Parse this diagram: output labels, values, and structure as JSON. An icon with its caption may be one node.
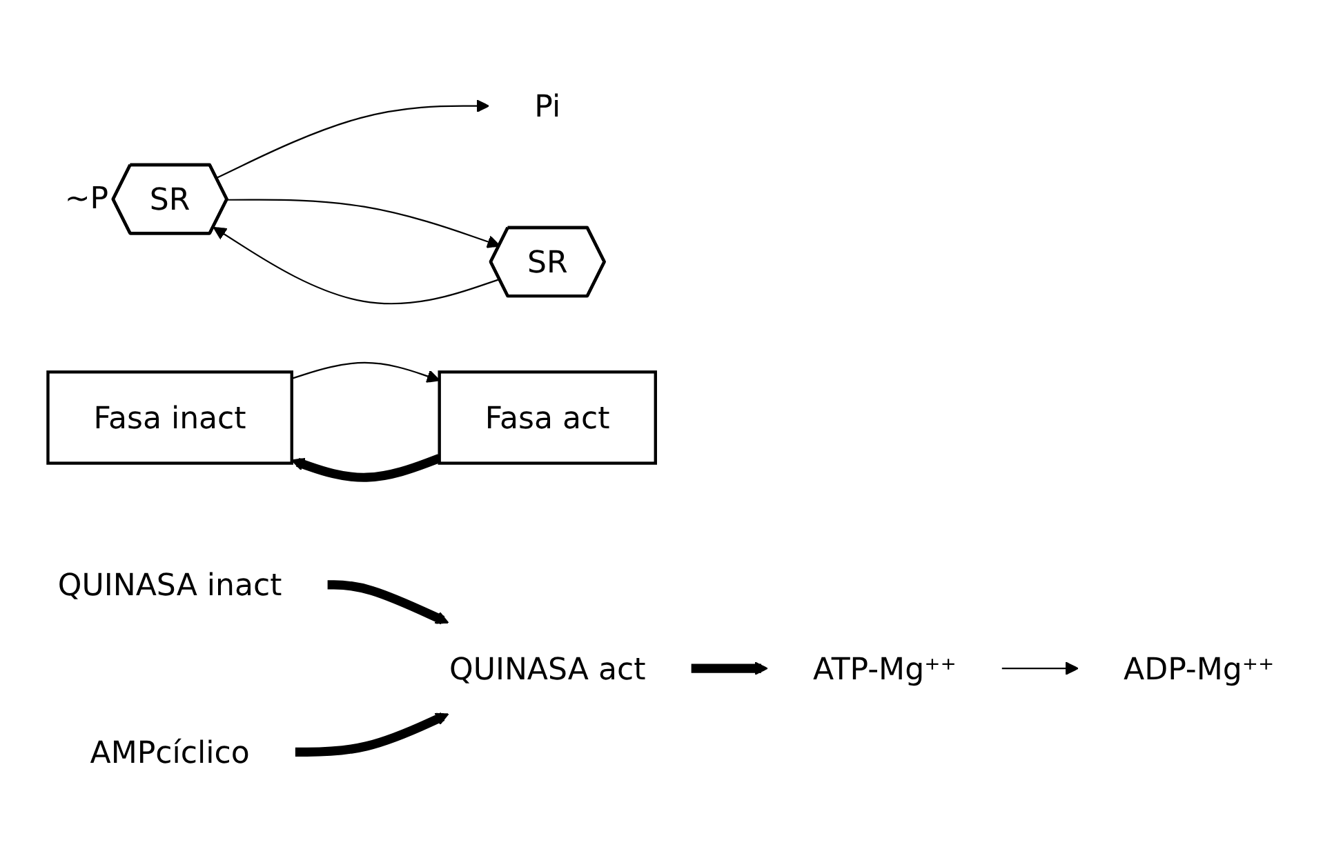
{
  "diagram": {
    "nodes": [
      {
        "text": [
          "Fasa inact"
        ]
      },
      {
        "text": [
          "SR"
        ],
        "beside": [
          "~P"
        ]
      },
      {
        "text": [
          "Pi"
        ]
      },
      {
        "text": [
          "SR"
        ]
      },
      {
        "text": [
          "Fasa act"
        ]
      },
      {
        "text": [
          "ADP-Mg⁺⁺"
        ]
      },
      {
        "text": [
          "ATP-Mg⁺⁺"
        ]
      },
      {
        "text": [
          "QUINASA act"
        ]
      },
      {
        "text": [
          "AMPcíclico"
        ]
      },
      {
        "text": [
          "QUINASA inact"
        ]
      }
    ],
    "edges": [
      {
        "from": 3,
        "to": 1,
        "arrow": "to"
      },
      {
        "from": 6,
        "to": 5,
        "arrow": "to"
      },
      {
        "from": 1,
        "to": 2,
        "arrow": "to"
      },
      {
        "from": 1,
        "to": 3,
        "arrow": "to"
      },
      {
        "from": 0,
        "to": 4,
        "arrow": "to"
      },
      {
        "from": 4,
        "to": 0,
        "arrow": "to",
        "style": "thick"
      },
      {
        "from": 7,
        "to": 6,
        "arrow": "to",
        "style": "thick"
      },
      {
        "from": 9,
        "to": 7,
        "arrow": "to",
        "style": "thick"
      },
      {
        "from": 8,
        "to": 7,
        "arrow": "to",
        "style": "thick"
      }
    ]
  }
}
